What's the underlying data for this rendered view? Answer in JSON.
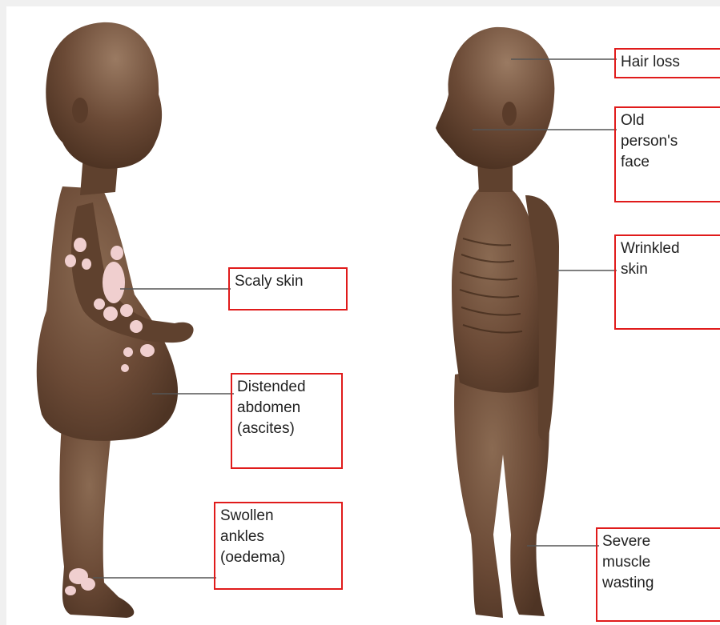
{
  "labels": {
    "scaly_skin": "Scaly skin",
    "distended_abdomen": "Distended\nabdomen\n(ascites)",
    "swollen_ankles": "Swollen\nankles\n(oedema)",
    "hair_loss": "Hair loss",
    "old_face": "Old\nperson's\nface",
    "wrinkled_skin": "Wrinkled\nskin",
    "muscle_wasting": "Severe\nmuscle\nwasting"
  },
  "colors": {
    "skin": "#6b4a36",
    "skin_dark": "#4e3424",
    "skin_highlight": "#8a6a52",
    "lesion": "#f0cfcf",
    "callout_border": "#e01b1b",
    "leader_line": "#555555"
  }
}
